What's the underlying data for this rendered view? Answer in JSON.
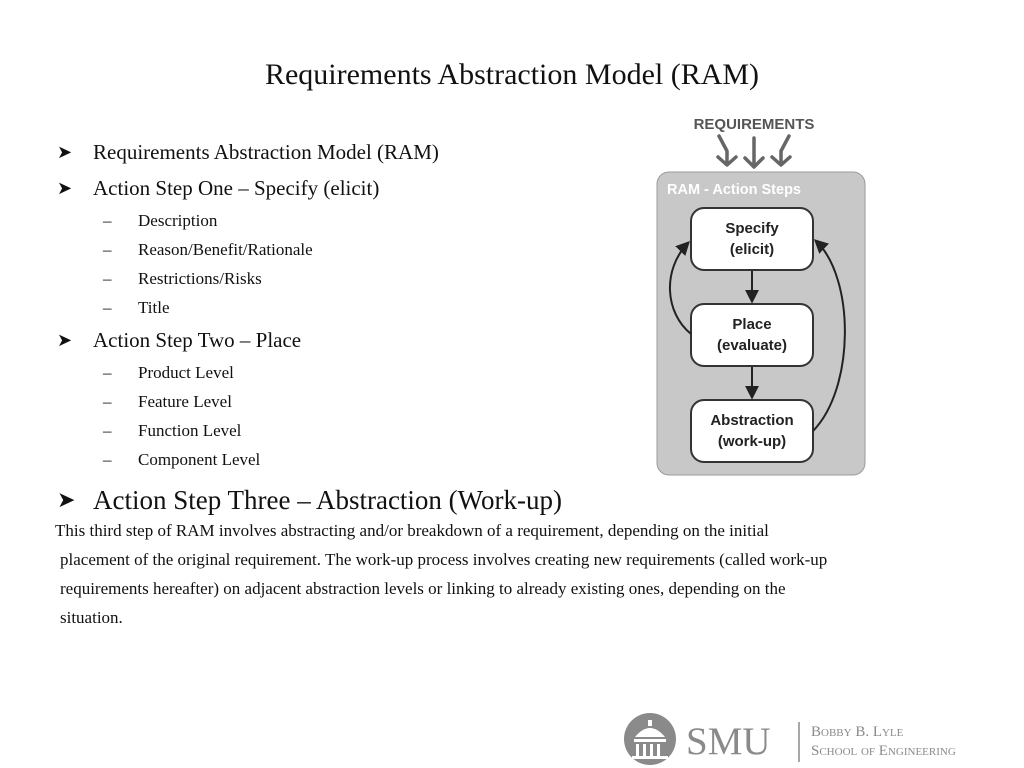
{
  "slide": {
    "title": "Requirements Abstraction Model (RAM)",
    "bullets": [
      {
        "text": "Requirements Abstraction Model (RAM)"
      },
      {
        "text": "Action Step One – Specify (elicit)",
        "sub": [
          "Description",
          "Reason/Benefit/Rationale",
          "Restrictions/Risks",
          "Title"
        ]
      },
      {
        "text": "Action Step Two – Place",
        "sub": [
          "Product Level",
          "Feature Level",
          "Function Level",
          "Component Level"
        ]
      },
      {
        "text": "Action Step Three – Abstraction (Work-up)"
      }
    ],
    "paragraph_lines": [
      "This third step of RAM involves abstracting and/or breakdown of a requirement, depending on the initial",
      "placement of the original requirement. The work-up process involves  creating new requirements (called work-up",
      "requirements hereafter) on adjacent abstraction levels or linking to already existing ones, depending on the",
      "situation."
    ]
  },
  "diagram": {
    "header": "REQUIREMENTS",
    "panel_title": "RAM -  Action Steps",
    "steps": [
      {
        "line1": "Specify",
        "line2": "(elicit)"
      },
      {
        "line1": "Place",
        "line2": "(evaluate)"
      },
      {
        "line1": "Abstraction",
        "line2": "(work-up)"
      }
    ]
  },
  "logo": {
    "name": "SMU",
    "school_line1": "Bobby B. Lyle",
    "school_line2": "School of Engineering",
    "icon": "dome-building-icon"
  },
  "colors": {
    "panel": "#c8c8c8",
    "diagram_dark": "#444444",
    "logo_gray": "#8a8a8a"
  }
}
